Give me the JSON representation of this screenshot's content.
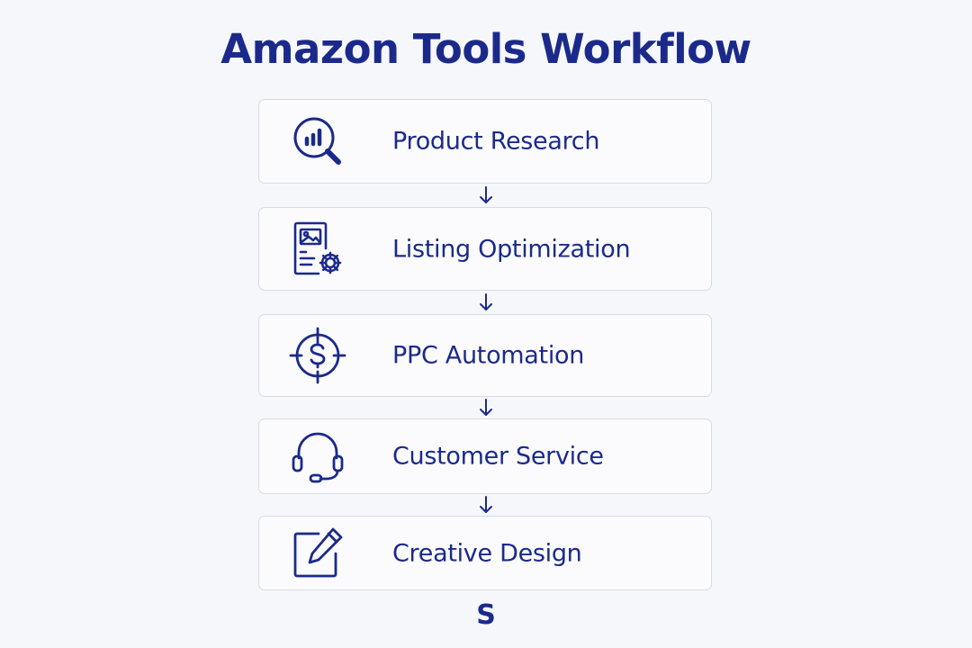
{
  "title": "Amazon Tools Workflow",
  "colors": {
    "accent": "#1b2a8a",
    "card_border": "#d8dbe6",
    "background": "#f6f7fb"
  },
  "steps": [
    {
      "label": "Product Research",
      "icon": "magnifier-bar-chart-icon"
    },
    {
      "label": "Listing Optimization",
      "icon": "document-gear-icon"
    },
    {
      "label": "PPC Automation",
      "icon": "target-dollar-icon"
    },
    {
      "label": "Customer Service",
      "icon": "headset-icon"
    },
    {
      "label": "Creative Design",
      "icon": "pencil-square-icon"
    }
  ],
  "logo": "S"
}
